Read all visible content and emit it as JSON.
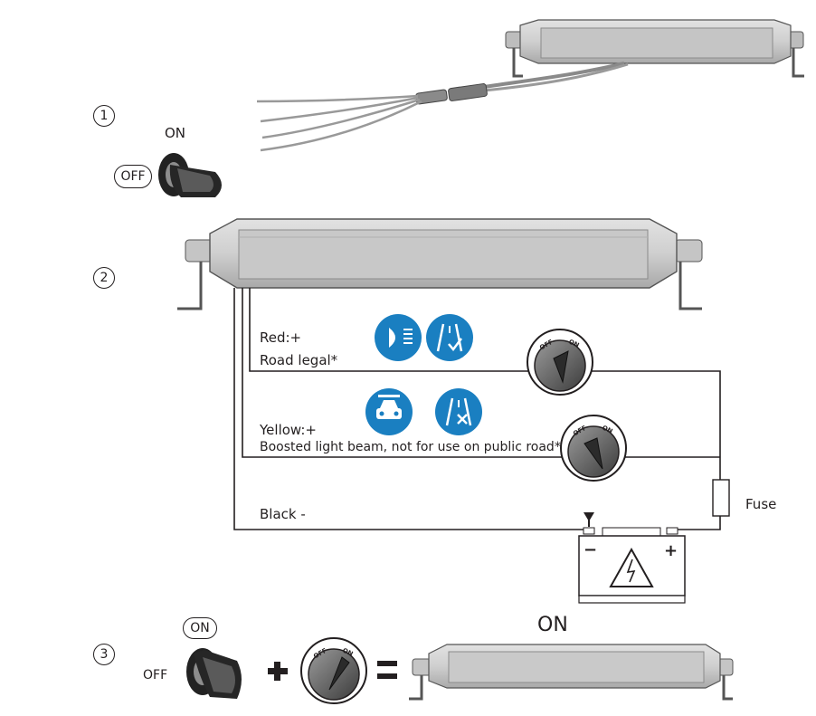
{
  "steps": {
    "step1": {
      "number": "1",
      "key_on": "ON",
      "key_off": "OFF"
    },
    "step2": {
      "number": "2"
    },
    "step3": {
      "number": "3",
      "key_on": "ON",
      "key_off": "OFF",
      "result": "ON",
      "plus": "+",
      "equals": "="
    }
  },
  "wiring": {
    "red_label": "Red:+",
    "red_desc": "Road legal*",
    "yellow_label": "Yellow:+",
    "yellow_desc": "Boosted light beam, not for use on public road*",
    "black_label": "Black -",
    "fuse_label": "Fuse"
  },
  "switch": {
    "off": "OFF",
    "on": "ON"
  },
  "battery": {
    "minus": "−",
    "plus": "+"
  },
  "icons": {
    "headlight": "headlight-icon",
    "road_ok": "road-legal-icon",
    "offroad": "offroad-vehicle-icon",
    "road_no": "road-prohibited-icon",
    "badge_color": "#1a7fc1"
  }
}
